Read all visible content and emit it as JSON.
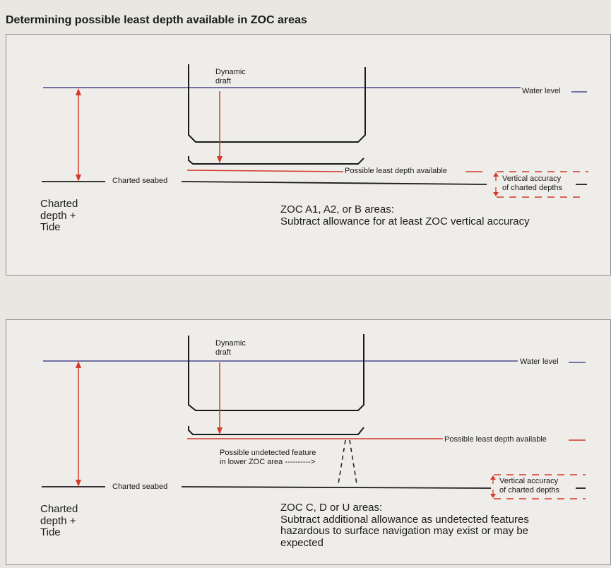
{
  "title": "Determining possible least depth available in ZOC areas",
  "panels": [
    {
      "dynamic_draft": [
        "Dynamic",
        "draft"
      ],
      "water_level": "Water level",
      "possible_least_depth": "Possible least depth available",
      "vertical_accuracy": [
        "Vertical accuracy",
        "of charted depths"
      ],
      "charted_seabed": "Charted seabed",
      "charted_depth_tide": [
        "Charted",
        "depth +",
        "Tide"
      ],
      "zoc_heading": "ZOC A1, A2, or B areas:",
      "zoc_text": [
        "Subtract allowance for at least ZOC vertical accuracy"
      ]
    },
    {
      "dynamic_draft": [
        "Dynamic",
        "draft"
      ],
      "water_level": "Water level",
      "possible_least_depth": "Possible least depth available",
      "vertical_accuracy": [
        "Vertical accuracy",
        "of charted depths"
      ],
      "charted_seabed": "Charted seabed",
      "charted_depth_tide": [
        "Charted",
        "depth +",
        "Tide"
      ],
      "undetected_feature": [
        "Possible undetected feature",
        "in lower ZOC area ---------->"
      ],
      "zoc_heading": "ZOC C, D or U areas:",
      "zoc_text": [
        "Subtract additional allowance as undetected features",
        "hazardous to surface navigation may exist or may be",
        "expected"
      ]
    }
  ],
  "colors": {
    "water": "#4a4a8c",
    "red": "#d33a2c",
    "black": "#1a1a1a"
  }
}
